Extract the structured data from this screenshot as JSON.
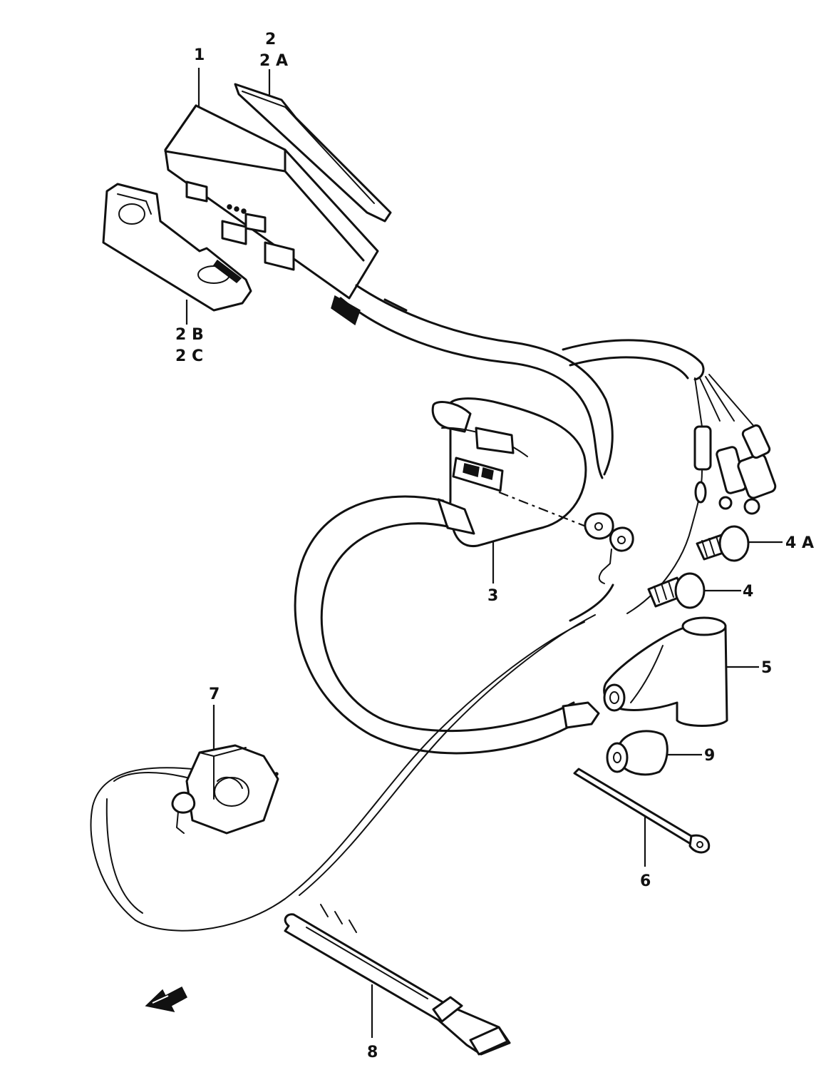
{
  "callouts": {
    "c1": "1",
    "c2": "2",
    "c2a": "2 A",
    "c2b": "2 B",
    "c2c": "2 C",
    "c3": "3",
    "c4": "4",
    "c4a": "4 A",
    "c5": "5",
    "c6": "6",
    "c7": "7",
    "c8": "8",
    "c9": "9"
  },
  "colors": {
    "line": "#111111",
    "background": "#ffffff"
  }
}
